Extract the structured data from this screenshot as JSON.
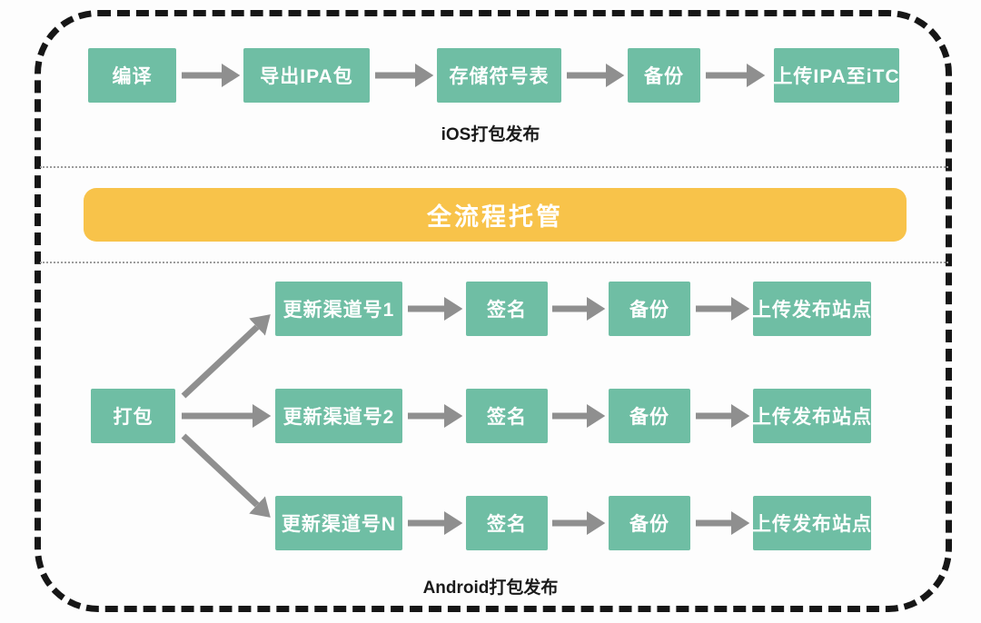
{
  "diagram": {
    "colors": {
      "box": "#6FBEA4",
      "banner": "#F8C34A",
      "arrow": "#8F8F8F",
      "border": "#161616",
      "label_text": "#1A1A1A",
      "box_text": "#FFFFFF"
    },
    "ios_flow": {
      "label": "iOS打包发布",
      "steps": [
        "编译",
        "导出IPA包",
        "存储符号表",
        "备份",
        "上传IPA至iTC"
      ]
    },
    "banner": {
      "label": "全流程托管"
    },
    "android_flow": {
      "label": "Android打包发布",
      "source": "打包",
      "branches": [
        {
          "steps": [
            "更新渠道号1",
            "签名",
            "备份",
            "上传发布站点"
          ]
        },
        {
          "steps": [
            "更新渠道号2",
            "签名",
            "备份",
            "上传发布站点"
          ]
        },
        {
          "steps": [
            "更新渠道号N",
            "签名",
            "备份",
            "上传发布站点"
          ]
        }
      ]
    }
  }
}
